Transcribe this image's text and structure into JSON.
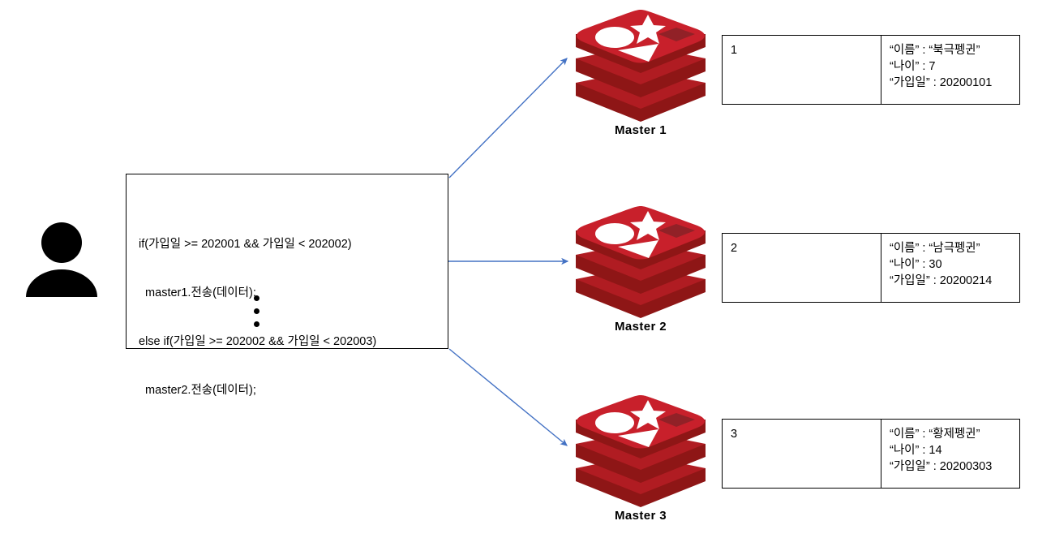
{
  "diagram": {
    "client": {
      "icon": "person-icon"
    },
    "code_block": {
      "lines": [
        "if(가입일 >= 202001 && 가입일 < 202002)",
        "  master1.전송(데이터);",
        "else if(가입일 >= 202002 && 가입일 < 202003)",
        "  master2.전송(데이터);"
      ],
      "continuation": "vertical-ellipsis"
    },
    "arrows": {
      "color": "#4472C4",
      "count": 3
    },
    "nodes": [
      {
        "label": "Master 1",
        "icon": "redis-logo-icon"
      },
      {
        "label": "Master 2",
        "icon": "redis-logo-icon"
      },
      {
        "label": "Master 3",
        "icon": "redis-logo-icon"
      }
    ],
    "tables": [
      {
        "key": "1",
        "value_lines": [
          "“이름” : “북극펭귄”",
          "“나이” : 7",
          "“가입일” : 20200101"
        ]
      },
      {
        "key": "2",
        "value_lines": [
          "“이름” : “남극펭귄”",
          "“나이” : 30",
          "“가입일” : 20200214"
        ]
      },
      {
        "key": "3",
        "value_lines": [
          "“이름” : “황제펭귄”",
          "“나이” : 14",
          "“가입일” : 20200303"
        ]
      }
    ],
    "colors": {
      "redis_top": "#C8202B",
      "redis_mid": "#B01C22",
      "redis_side": "#8E1616",
      "redis_diamond": "#912127",
      "arrow": "#4472C4",
      "outline": "#000000"
    }
  }
}
